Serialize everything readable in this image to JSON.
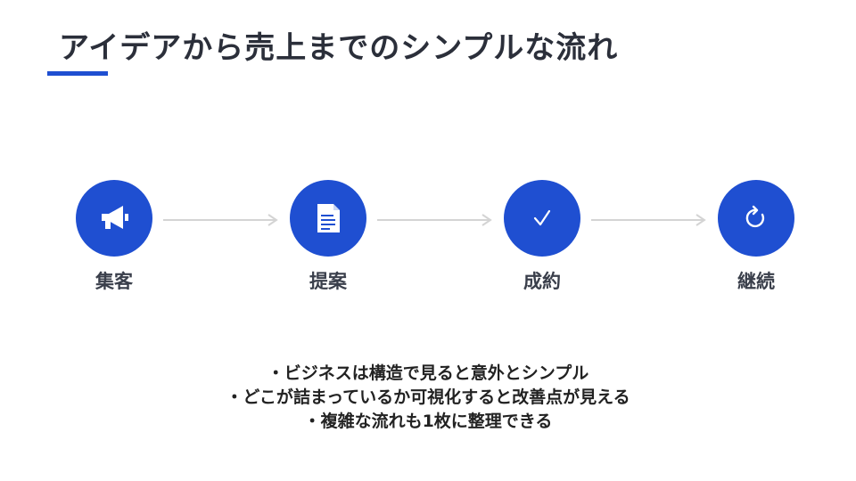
{
  "title": "アイデアから売上までのシンプルな流れ",
  "accent_color": "#1f4fd1",
  "steps": [
    {
      "label": "集客",
      "icon": "megaphone-icon"
    },
    {
      "label": "提案",
      "icon": "document-icon"
    },
    {
      "label": "成約",
      "icon": "check-icon"
    },
    {
      "label": "継続",
      "icon": "refresh-icon"
    }
  ],
  "notes": [
    "・ビジネスは構造で見ると意外とシンプル",
    "・どこが詰まっているか可視化すると改善点が見える",
    "・複雑な流れも1枚に整理できる"
  ]
}
